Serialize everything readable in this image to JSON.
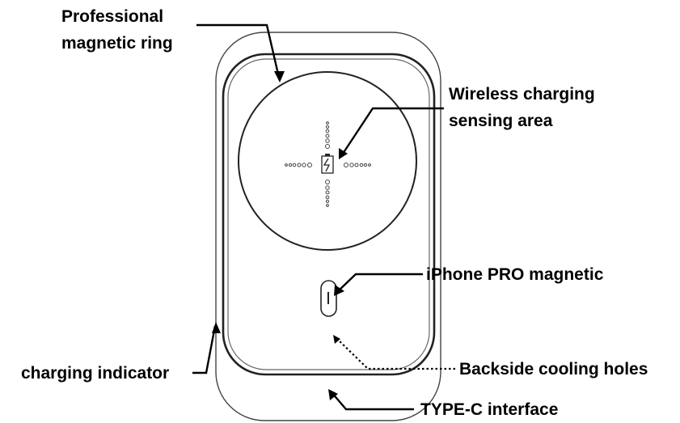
{
  "labels": {
    "magnetic_ring": [
      "Professional",
      "magnetic ring"
    ],
    "sensing_area": [
      "Wireless charging",
      "sensing area"
    ],
    "iphone_magnetic": "iPhone PRO magnetic",
    "cooling_holes": "Backside cooling holes",
    "charging_indicator": "charging indicator",
    "type_c": "TYPE-C interface"
  },
  "colors": {
    "ink": "#000000",
    "outline": "#333333",
    "background": "#ffffff"
  }
}
